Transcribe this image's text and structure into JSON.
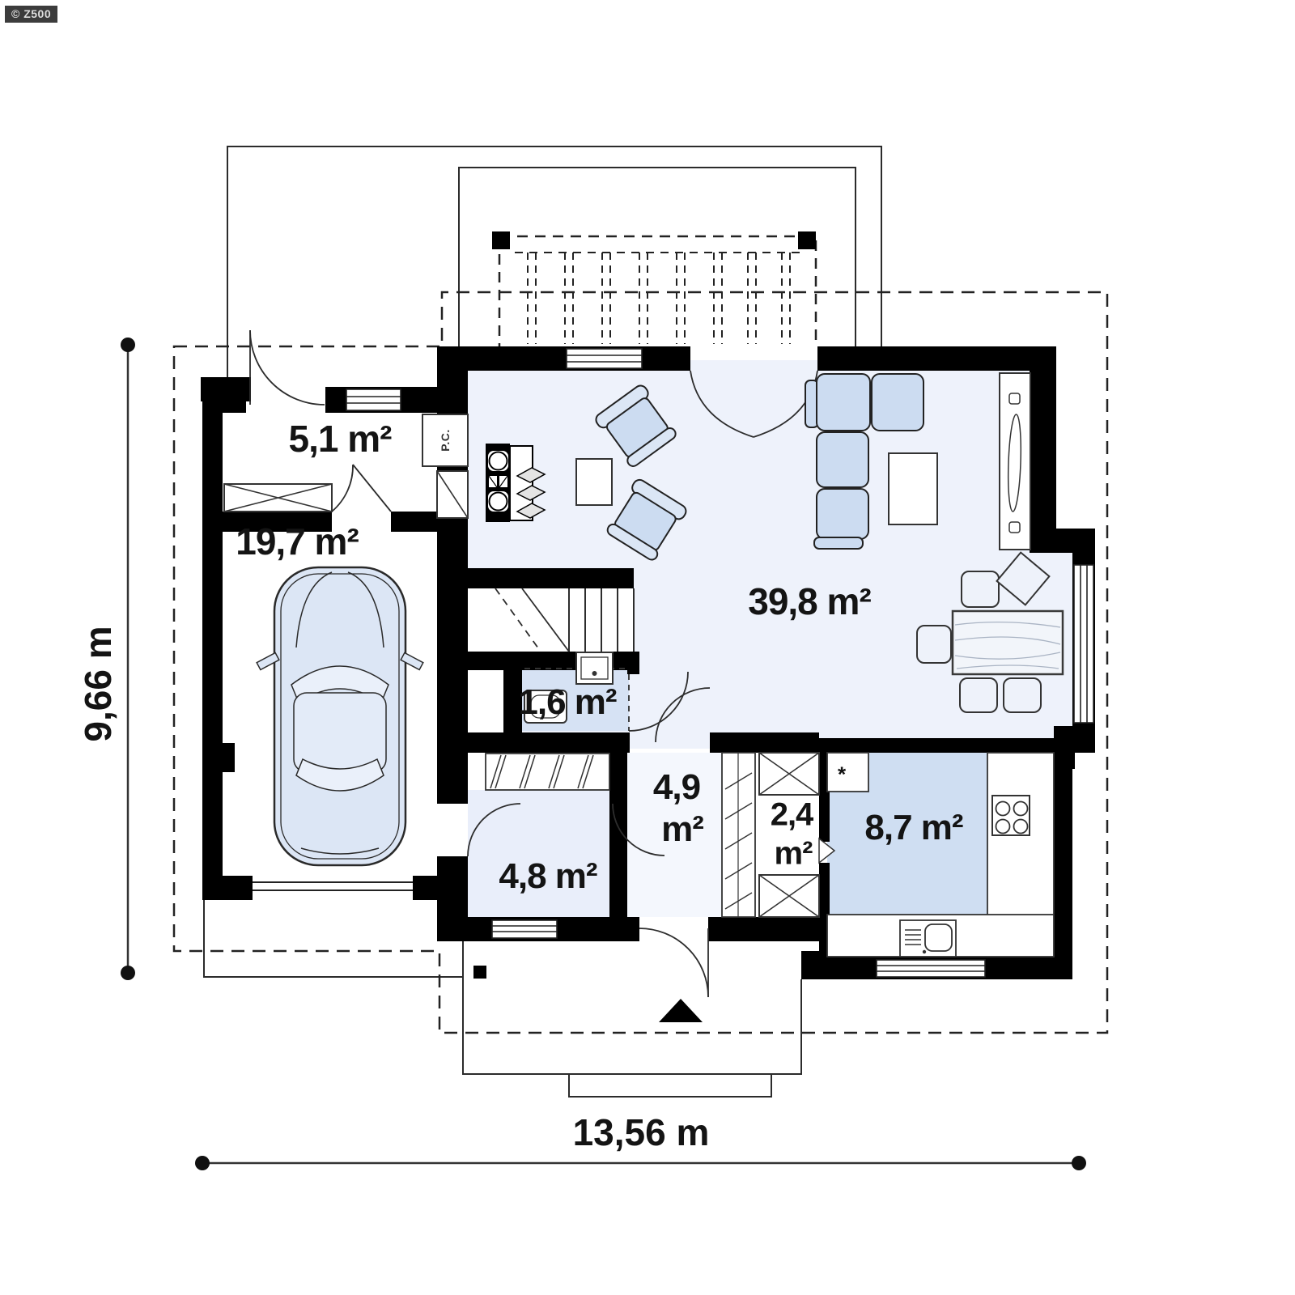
{
  "watermark": {
    "text": "© Z500"
  },
  "dimensions": {
    "horizontal": "13,56 m",
    "vertical": "9,66 m"
  },
  "rooms": {
    "hall": {
      "area": "5,1 m²"
    },
    "garage": {
      "area": "19,7 m²"
    },
    "living_room": {
      "area": "39,8 m²"
    },
    "wc": {
      "area": "1,6 m²"
    },
    "hallway": {
      "area_value": "4,9",
      "area_unit": "m²"
    },
    "storage": {
      "area": "4,8 m²"
    },
    "closet": {
      "area_value": "2,4",
      "area_unit": "m²"
    },
    "kitchen": {
      "area": "8,7 m²"
    }
  },
  "equipment": {
    "boiler_label": "P.C.",
    "freezer_symbol": "*"
  },
  "colors": {
    "wall": "#000000",
    "floor_light": "#eef2fb",
    "floor_medium": "#d6e2f4",
    "floor_kitchen": "#cfdef2",
    "furniture_fill": "#ccdcf1"
  }
}
